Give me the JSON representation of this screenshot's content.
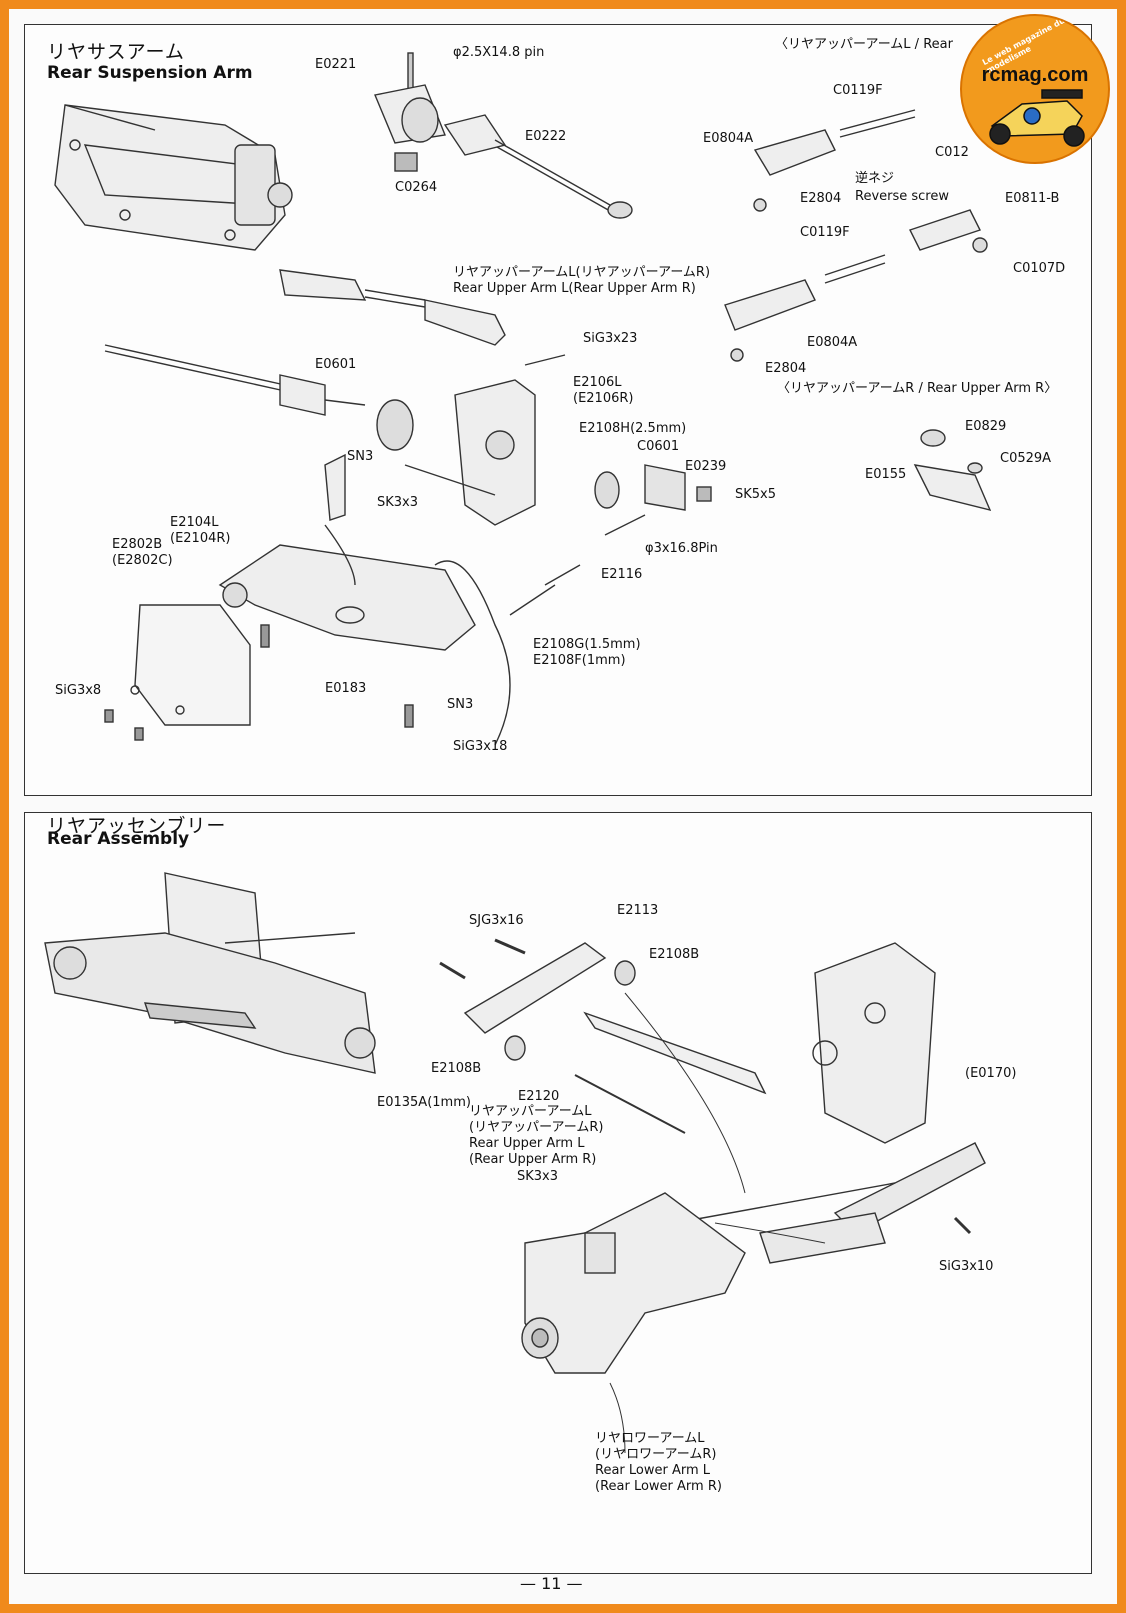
{
  "top_panel": {
    "title_jp": "リヤサスアーム",
    "title_en": "Rear Suspension Arm",
    "header_right": "〈リヤアッパーアームL / Rear"
  },
  "bottom_panel": {
    "title_jp": "リヤアッセンブリー",
    "title_en": "Rear Assembly"
  },
  "labels_top": {
    "e0221": "E0221",
    "pin_25": "φ2.5X14.8 pin",
    "e0222": "E0222",
    "c0264": "C0264",
    "c0119f_a": "C0119F",
    "e0804a_a": "E0804A",
    "c012": "C012",
    "e2804_a": "E2804",
    "reverse_jp": "逆ネジ",
    "reverse_en": "Reverse screw",
    "e0811b": "E0811-B",
    "c0119f_b": "C0119F",
    "c0107d": "C0107D",
    "upper_arm_jp": "リヤアッパーアームL(リヤアッパーアームR)",
    "upper_arm_en": "Rear Upper Arm L(Rear Upper Arm R)",
    "sig3x23": "SiG3x23",
    "e0804a_b": "E0804A",
    "e2804_b": "E2804",
    "upper_arm_r_header": "〈リヤアッパーアームR / Rear Upper Arm R〉",
    "e0601": "E0601",
    "e2106": "E2106L",
    "e2106r": "(E2106R)",
    "e2108h": "E2108H(2.5mm)",
    "c0601": "C0601",
    "e0239": "E0239",
    "e0829": "E0829",
    "c0529a": "C0529A",
    "e0155": "E0155",
    "sn3_a": "SN3",
    "sk3x3_a": "SK3x3",
    "sk5x5": "SK5x5",
    "pin_3": "φ3x16.8Pin",
    "e2104l": "E2104L",
    "e2104r": "(E2104R)",
    "e2802b": "E2802B",
    "e2802c": "(E2802C)",
    "e2116": "E2116",
    "e2108g": "E2108G(1.5mm)",
    "e2108f": "E2108F(1mm)",
    "e0183": "E0183",
    "sig3x8": "SiG3x8",
    "sn3_b": "SN3",
    "sig3x18": "SiG3x18"
  },
  "labels_bottom": {
    "sjg3x16": "SJG3x16",
    "e2113": "E2113",
    "e2108b_a": "E2108B",
    "e2108b_b": "E2108B",
    "e0135a": "E0135A(1mm)",
    "e2120": "E2120",
    "upper_l_jp": "リヤアッパーアームL",
    "upper_r_jp": "(リヤアッパーアームR)",
    "upper_l_en": "Rear Upper Arm L",
    "upper_r_en": "(Rear Upper Arm R)",
    "sk3x3": "SK3x3",
    "e0170": "(E0170)",
    "sig3x10": "SiG3x10",
    "lower_l_jp": "リヤロワーアームL",
    "lower_r_jp": "(リヤロワーアームR)",
    "lower_l_en": "Rear Lower Arm L",
    "lower_r_en": "(Rear Lower Arm R)"
  },
  "page_number": "— 11 —",
  "logo": {
    "main": "rcmag.com",
    "tagline": "Le web magazine du modelisme"
  },
  "colors": {
    "border": "#f08a1c",
    "line": "#333333"
  }
}
